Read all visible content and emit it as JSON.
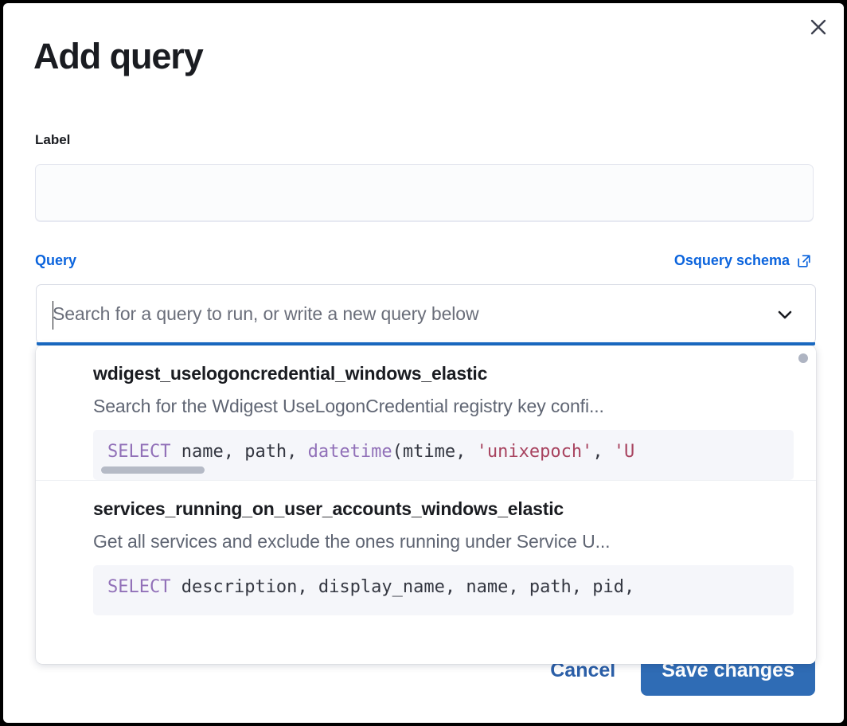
{
  "dialog": {
    "title": "Add query",
    "close_icon": "close-icon"
  },
  "label_field": {
    "label": "Label",
    "value": "",
    "placeholder": ""
  },
  "query_field": {
    "label": "Query",
    "schema_link": "Osquery schema",
    "schema_link_icon": "external-link-icon",
    "placeholder": "Search for a query to run, or write a new query below",
    "value": "",
    "caret_icon": "chevron-down-icon"
  },
  "dropdown": {
    "options": [
      {
        "title": "wdigest_uselogoncredential_windows_elastic",
        "description": "Search for the Wdigest UseLogonCredential registry key confi...",
        "code_parts": [
          {
            "text": "SELECT",
            "type": "kw"
          },
          {
            "text": " name, path, ",
            "type": "plain"
          },
          {
            "text": "datetime",
            "type": "fn"
          },
          {
            "text": "(mtime, ",
            "type": "plain"
          },
          {
            "text": "'unixepoch'",
            "type": "str"
          },
          {
            "text": ", ",
            "type": "plain"
          },
          {
            "text": "'U",
            "type": "str"
          }
        ],
        "has_code_scrollbar": true
      },
      {
        "title": "services_running_on_user_accounts_windows_elastic",
        "description": "Get all services and exclude the ones running under Service U...",
        "code_parts": [
          {
            "text": "SELECT",
            "type": "kw"
          },
          {
            "text": " description, display_name, name, path, pid,",
            "type": "plain"
          }
        ],
        "has_code_scrollbar": false
      }
    ]
  },
  "footer": {
    "cancel_label": "Cancel",
    "save_label": "Save changes"
  },
  "colors": {
    "accent_blue": "#0b64dd",
    "focus_bar": "#1a6bc4",
    "save_button": "#2f6cb5",
    "code_keyword": "#9170b8",
    "code_string": "#a8435f"
  }
}
